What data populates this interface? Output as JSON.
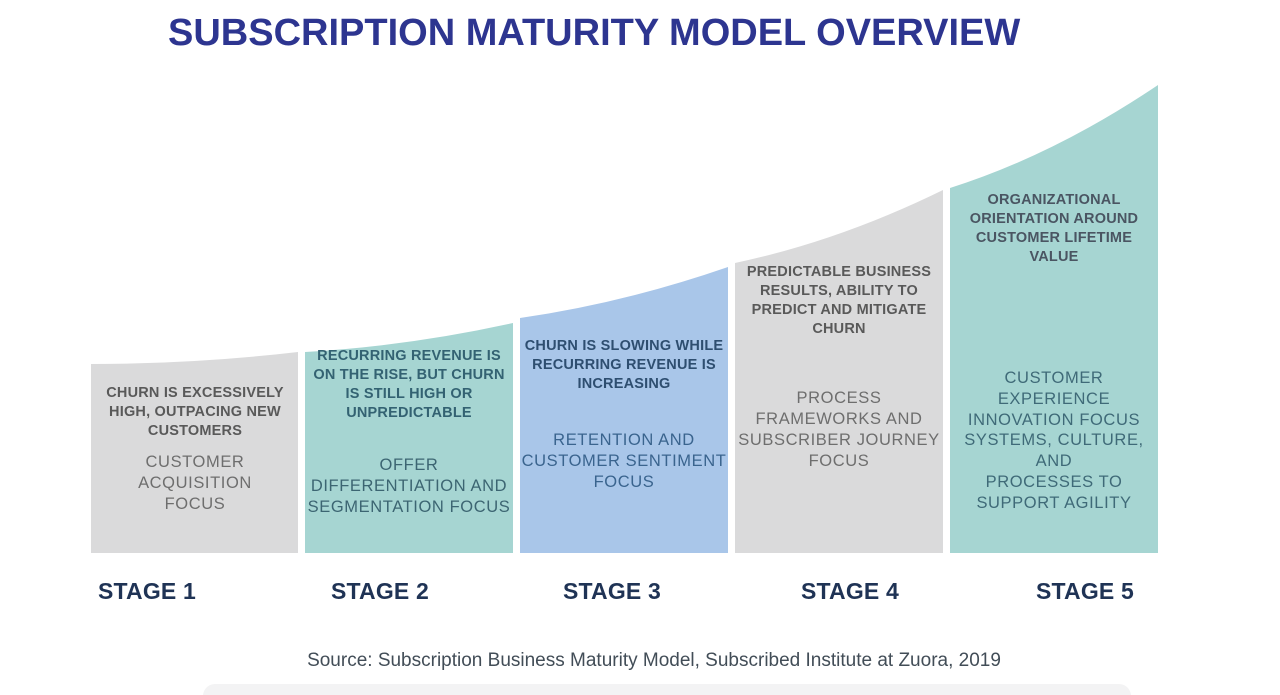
{
  "title": "SUBSCRIPTION MATURITY MODEL OVERVIEW",
  "source": "Source: Subscription Business Maturity Model, Subscribed Institute at Zuora, 2019",
  "colors": {
    "title": "#2D3590",
    "stage_label": "#1F3355",
    "bar_gray": "#DADADB",
    "bar_teal": "#A6D5D2",
    "bar_blue": "#A9C6E9",
    "source_text": "#424D57",
    "bottom_panel": "#F3F3F4"
  },
  "stages": [
    {
      "label": "STAGE 1",
      "headline": "CHURN IS EXCESSIVELY\nHIGH, OUTPACING NEW\nCUSTOMERS",
      "focus": "CUSTOMER\nACQUISITION\nFOCUS",
      "bar_color": "#DADADB",
      "headline_color": "#595959",
      "focus_color": "#6E6E6E"
    },
    {
      "label": "STAGE 2",
      "headline": "RECURRING REVENUE IS\nON THE RISE, BUT CHURN\nIS STILL HIGH OR\nUNPREDICTABLE",
      "focus": "OFFER\nDIFFERENTIATION AND\nSEGMENTATION FOCUS",
      "bar_color": "#A6D5D2",
      "headline_color": "#336272",
      "focus_color": "#3C6572"
    },
    {
      "label": "STAGE 3",
      "headline": "CHURN IS SLOWING WHILE\nRECURRING REVENUE IS\nINCREASING",
      "focus": "RETENTION AND\nCUSTOMER SENTIMENT\nFOCUS",
      "bar_color": "#A9C6E9",
      "headline_color": "#2E4E70",
      "focus_color": "#3A648E"
    },
    {
      "label": "STAGE 4",
      "headline": "PREDICTABLE BUSINESS\nRESULTS, ABILITY TO\nPREDICT AND MITIGATE\nCHURN",
      "focus": "PROCESS\nFRAMEWORKS AND\nSUBSCRIBER JOURNEY\nFOCUS",
      "bar_color": "#DADADB",
      "headline_color": "#595959",
      "focus_color": "#6E6E6E"
    },
    {
      "label": "STAGE 5",
      "headline": "ORGANIZATIONAL\nORIENTATION AROUND\nCUSTOMER LIFETIME\nVALUE",
      "focus": "CUSTOMER EXPERIENCE\nINNOVATION FOCUS",
      "focus2": "SYSTEMS, CULTURE, AND\nPROCESSES TO\nSUPPORT AGILITY",
      "bar_color": "#A6D5D2",
      "headline_color": "#4A5562",
      "focus_color": "#3F6A78"
    }
  ]
}
